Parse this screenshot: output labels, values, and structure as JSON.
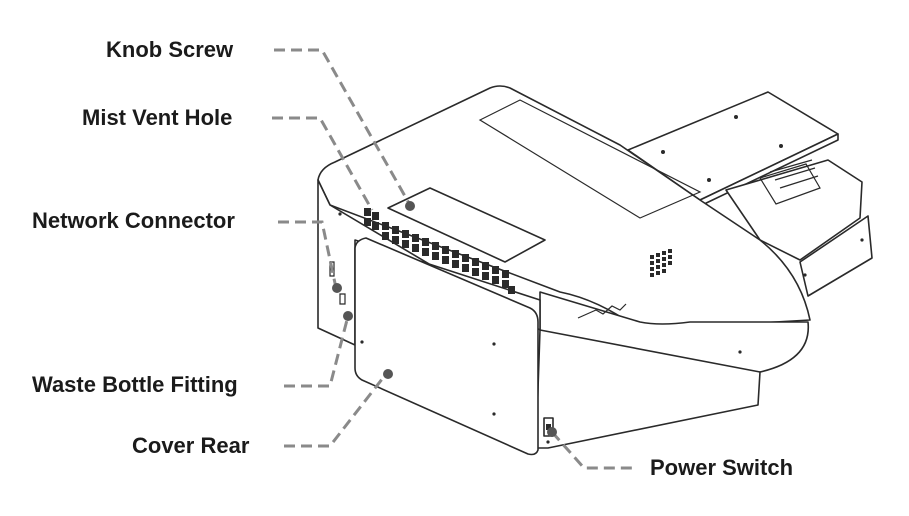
{
  "labels": {
    "knob_screw": "Knob Screw",
    "mist_vent_hole": "Mist Vent Hole",
    "network_connector": "Network Connector",
    "waste_bottle_fitting": "Waste Bottle Fitting",
    "cover_rear": "Cover Rear",
    "power_switch": "Power Switch"
  },
  "colors": {
    "label_text": "#1b1b1b",
    "leader_line": "#8a8a8a",
    "outline": "#2a2a2a",
    "background": "#ffffff"
  }
}
